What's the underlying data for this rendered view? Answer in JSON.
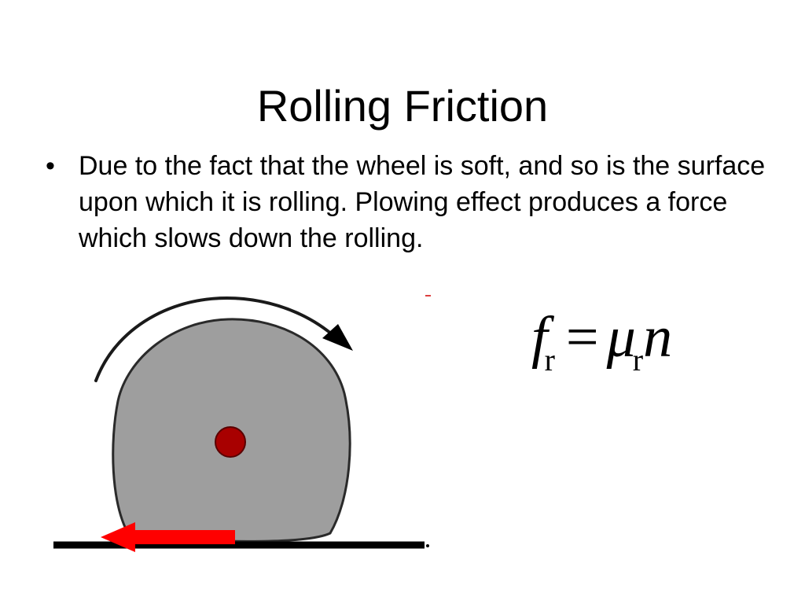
{
  "slide": {
    "title": "Rolling Friction",
    "bullets": [
      {
        "text": "Due to the fact that the wheel is soft, and so is the surface upon which it is rolling.  Plowing effect produces a force which slows down the rolling."
      }
    ]
  },
  "formula": {
    "force_symbol": "f",
    "force_subscript": "r",
    "equals": "=",
    "coefficient_symbol": "μ",
    "coefficient_subscript": "r",
    "normal_symbol": "n"
  },
  "colors": {
    "wheel_fill": "#9e9e9e",
    "wheel_outline": "#2a2a2a",
    "axle": "#a80000",
    "friction_arrow": "#ff0000",
    "ground": "#000000"
  },
  "icons": {
    "rotation_arrow": "curved-arrow-clockwise",
    "friction_arrow": "arrow-left"
  }
}
